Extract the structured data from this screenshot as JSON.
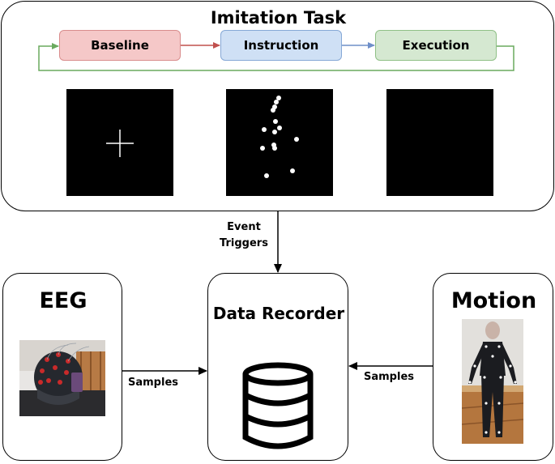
{
  "task": {
    "title": "Imitation Task",
    "stages": [
      {
        "label": "Baseline",
        "color": "#f5c8c8"
      },
      {
        "label": "Instruction",
        "color": "#cfe0f5"
      },
      {
        "label": "Execution",
        "color": "#d5e8d1"
      }
    ],
    "arrow_colors": {
      "baseline_to_instruction": "#c0504d",
      "instruction_to_execution": "#6f8fc9",
      "loop_back": "#6aaa5e"
    }
  },
  "links": {
    "event_triggers": "Event Triggers",
    "samples_left": "Samples",
    "samples_right": "Samples"
  },
  "eeg": {
    "title": "EEG"
  },
  "recorder": {
    "title": "Data Recorder",
    "icon": "database-icon"
  },
  "motion": {
    "title": "Motion"
  }
}
